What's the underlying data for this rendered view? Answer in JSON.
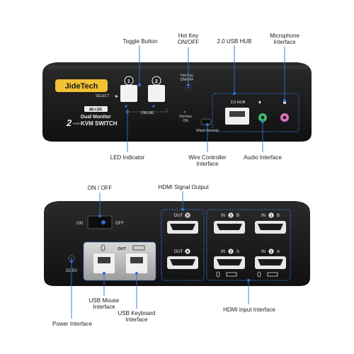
{
  "top": {
    "callouts": {
      "toggle": "Toggle Button",
      "hotkey_l1": "Hot Key",
      "hotkey_l2": "ON/OFF",
      "usb_hub": "2.0 USB HUB",
      "mic_l1": "Microphone",
      "mic_l2": "Interface",
      "led": "LED Indicator",
      "wire_l1": "Wire Controller",
      "wire_l2": "Interface",
      "audio": "Audio Interface"
    },
    "device": {
      "brand": "JideTech",
      "select": "SELECT",
      "btn1": "1",
      "btn2": "2",
      "online": "ONLINE",
      "hotkey_onoff_l1": "Hot Key",
      "hotkey_onoff_l2": "ON/OFF",
      "hotkey_on_l1": "Hot Key",
      "hotkey_on_l2": "ON",
      "res": "4K×2K",
      "dual": "Dual Monitor",
      "ports_num": "2",
      "ports_word": "PORT",
      "kvm": "KVM SWITCH",
      "usb_hub": "2.0 HUB",
      "wired_remote": "Wired Remote"
    }
  },
  "bottom": {
    "callouts": {
      "onoff": "ON / OFF",
      "hdmi_out": "HDMI Signal Output",
      "mouse_l1": "USB Mouse",
      "mouse_l2": "Interface",
      "kbd_l1": "USB Keyboard",
      "kbd_l2": "Interface",
      "hdmi_in": "HDMI Input Interface",
      "power": "Power Interface"
    },
    "device": {
      "on": "ON",
      "off": "OFF",
      "out_b": "OUT",
      "out_b_letter": "B",
      "out_a": "OUT",
      "out_a_letter": "A",
      "in2b": "IN",
      "in2b_num": "2",
      "in2b_letter": "B",
      "in1b": "IN",
      "in1b_num": "1",
      "in1b_letter": "B",
      "in2a": "IN",
      "in2a_num": "2",
      "in2a_letter": "A",
      "in1a": "IN",
      "in1a_num": "1",
      "in1a_letter": "A",
      "usb_out": "OUT",
      "dc": "DC5V"
    }
  },
  "colors": {
    "accent": "#2f6fd6",
    "device": "#1b1b1b",
    "green": "#3fbf6a",
    "pink": "#e070c0"
  }
}
